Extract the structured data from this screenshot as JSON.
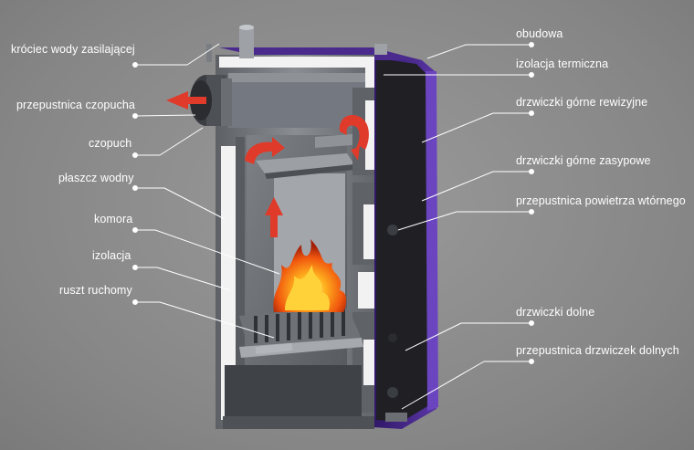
{
  "labels_left": [
    {
      "id": "krociec",
      "text": "króciec wody zasilającej"
    },
    {
      "id": "przepustnica-czopucha",
      "text": "przepustnica czopucha"
    },
    {
      "id": "czopuch",
      "text": "czopuch"
    },
    {
      "id": "plaszcz",
      "text": "płaszcz wodny"
    },
    {
      "id": "komora",
      "text": "komora"
    },
    {
      "id": "izolacja",
      "text": "izolacja"
    },
    {
      "id": "ruszt",
      "text": "ruszt ruchomy"
    }
  ],
  "labels_right": [
    {
      "id": "obudowa",
      "text": "obudowa"
    },
    {
      "id": "izolacja-termiczna",
      "text": "izolacja termiczna"
    },
    {
      "id": "drzwiczki-gorne-rewizyjne",
      "text": "drzwiczki górne rewizyjne"
    },
    {
      "id": "drzwiczki-gorne-zasypowe",
      "text": "drzwiczki górne zasypowe"
    },
    {
      "id": "przepustnica-powietrza",
      "text": "przepustnica powietrza wtórnego"
    },
    {
      "id": "drzwiczki-dolne",
      "text": "drzwiczki dolne"
    },
    {
      "id": "przepustnica-drzwiczek",
      "text": "przepustnica drzwiczek dolnych"
    }
  ],
  "colors": {
    "background": "#8c8c8c",
    "casing": "#4a2a8c",
    "steel": "#6f7378",
    "insulation": "#f2f2f2",
    "arrow": "#e03a2a",
    "flame": "#ff8a1a",
    "leader": "#ffffff"
  }
}
